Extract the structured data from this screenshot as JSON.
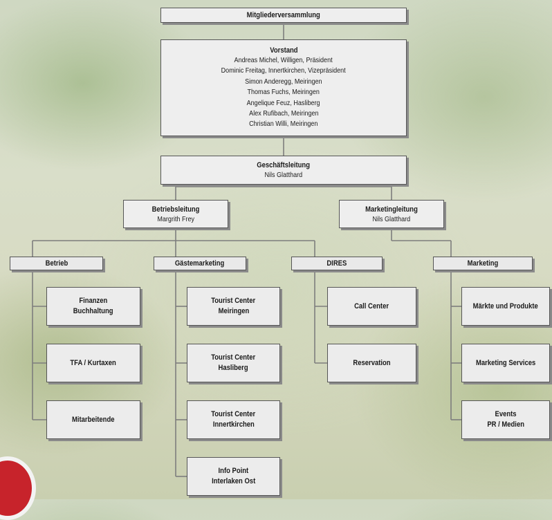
{
  "top": {
    "title": "Mitgliederversammlung"
  },
  "board": {
    "title": "Vorstand",
    "members": [
      "Andreas Michel, Willigen, Präsident",
      "Dominic Freitag, Innertkirchen, Vizepräsident",
      "Simon Anderegg, Meiringen",
      "Thomas Fuchs, Meiringen",
      "Angelique Feuz, Hasliberg",
      "Alex Rufibach, Meiringen",
      "Christian Willi, Meiringen"
    ]
  },
  "management": {
    "title": "Geschäftsleitung",
    "person": "Nils Glatthard"
  },
  "operations_lead": {
    "title": "Betriebsleitung",
    "person": "Margrith Frey"
  },
  "marketing_lead": {
    "title": "Marketingleitung",
    "person": "Nils Glatthard"
  },
  "departments": {
    "betrieb": {
      "label": "Betrieb",
      "units": [
        {
          "line1": "Finanzen",
          "line2": "Buchhaltung"
        },
        {
          "line1": "TFA / Kurtaxen"
        },
        {
          "line1": "Mitarbeitende"
        }
      ]
    },
    "gaestemarketing": {
      "label": "Gästemarketing",
      "units": [
        {
          "line1": "Tourist Center",
          "line2": "Meiringen"
        },
        {
          "line1": "Tourist Center",
          "line2": "Hasliberg"
        },
        {
          "line1": "Tourist Center",
          "line2": "Innertkirchen"
        },
        {
          "line1": "Info Point",
          "line2": "Interlaken Ost"
        }
      ]
    },
    "dires": {
      "label": "DIRES",
      "units": [
        {
          "line1": "Call Center"
        },
        {
          "line1": "Reservation"
        }
      ]
    },
    "marketing": {
      "label": "Marketing",
      "units": [
        {
          "line1": "Märkte und Produkte"
        },
        {
          "line1": "Marketing Services"
        },
        {
          "line1": "Events",
          "line2": "PR / Medien"
        }
      ]
    }
  }
}
